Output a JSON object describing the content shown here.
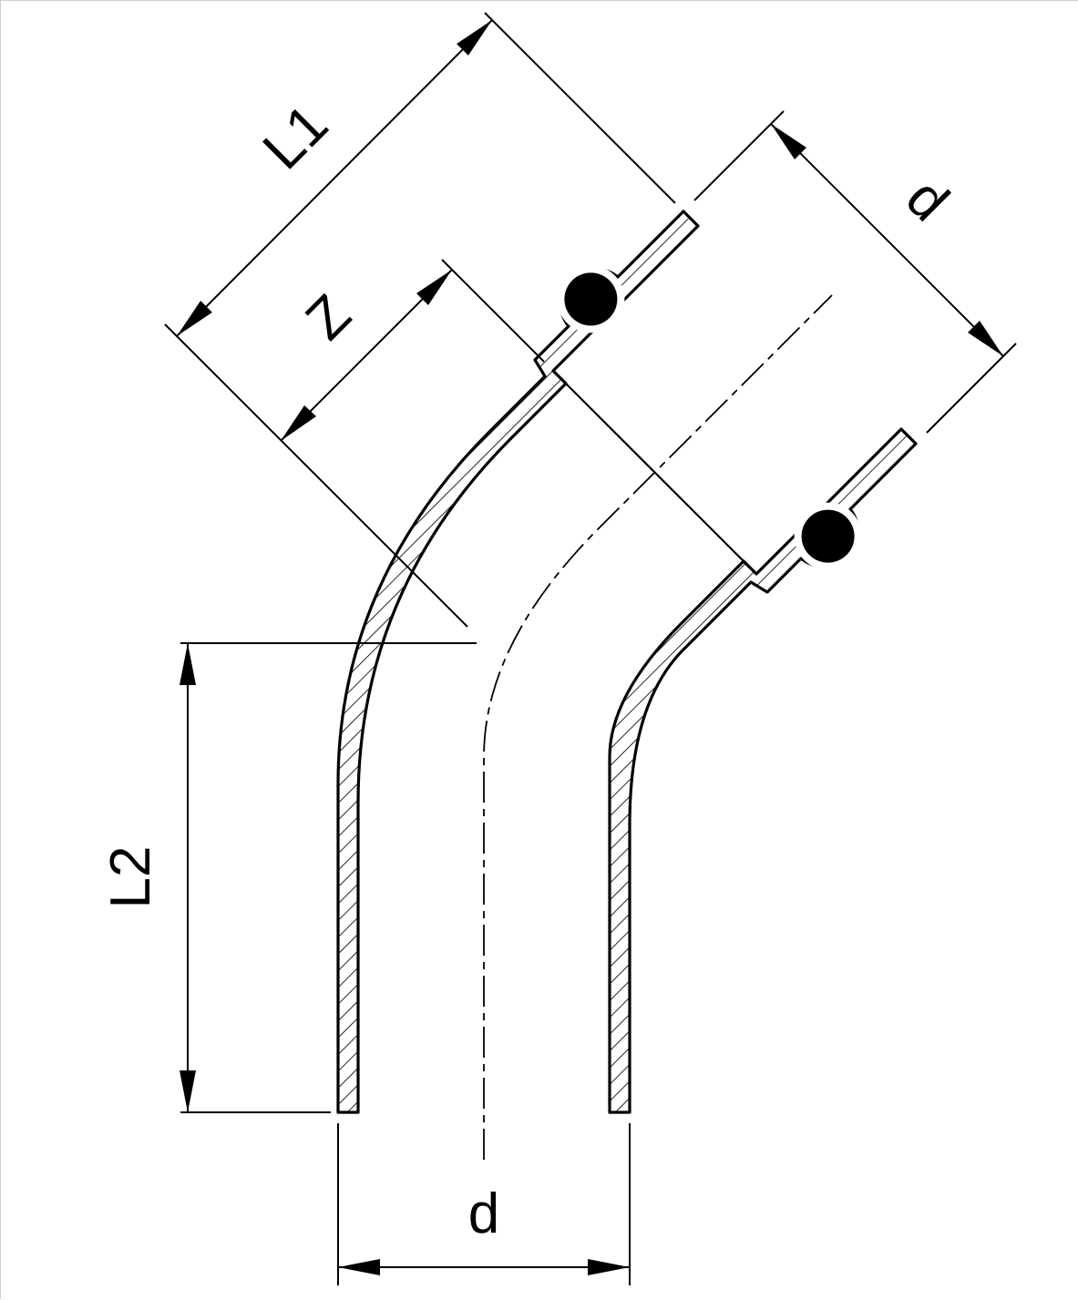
{
  "drawing": {
    "background_color": "#ffffff",
    "line_color": "#000000",
    "o_ring_color": "#000000",
    "labels": {
      "l1": "L1",
      "z": "Z",
      "d_top": "d",
      "l2": "L2",
      "d_bottom": "d"
    }
  }
}
